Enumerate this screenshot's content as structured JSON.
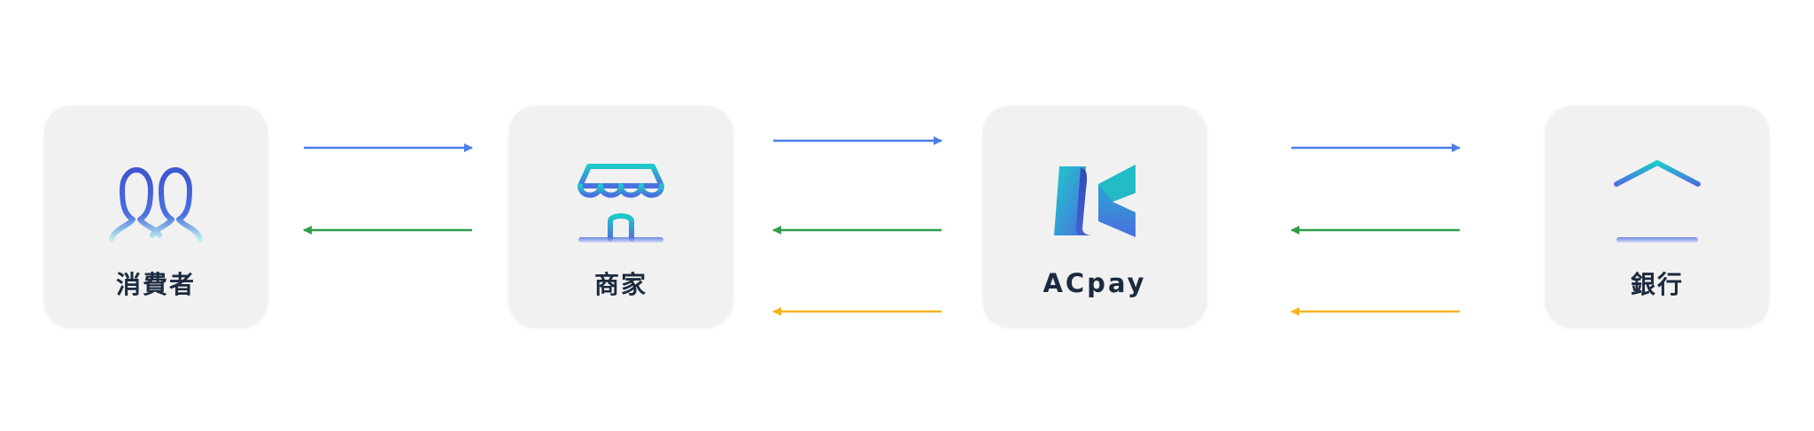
{
  "nodes": {
    "consumer": {
      "label": "消費者",
      "icon": "users-icon"
    },
    "merchant": {
      "label": "商家",
      "icon": "storefront-icon"
    },
    "acpay": {
      "label": "ACpay",
      "icon": "acpay-logo"
    },
    "bank": {
      "label": "銀行",
      "icon": "bank-icon"
    }
  },
  "colors": {
    "forward": "#4a7fe6",
    "backward_green": "#2f9e4a",
    "backward_yellow": "#f3b51c",
    "node_background": "#f1f1f1",
    "label_text": "#1c2a3f",
    "icon_gradient_top": "#1ec9c9",
    "icon_gradient_bottom": "#4b6fe0"
  },
  "connections": [
    {
      "from": "consumer",
      "to": "merchant",
      "direction": "forward",
      "color": "#4a7fe6"
    },
    {
      "from": "merchant",
      "to": "consumer",
      "direction": "backward",
      "color": "#2f9e4a"
    },
    {
      "from": "merchant",
      "to": "acpay",
      "direction": "forward",
      "color": "#4a7fe6"
    },
    {
      "from": "acpay",
      "to": "merchant",
      "direction": "backward",
      "color": "#2f9e4a"
    },
    {
      "from": "acpay",
      "to": "merchant",
      "direction": "backward",
      "color": "#f3b51c"
    },
    {
      "from": "acpay",
      "to": "bank",
      "direction": "forward",
      "color": "#4a7fe6"
    },
    {
      "from": "bank",
      "to": "acpay",
      "direction": "backward",
      "color": "#2f9e4a"
    },
    {
      "from": "bank",
      "to": "acpay",
      "direction": "backward",
      "color": "#f3b51c"
    }
  ]
}
